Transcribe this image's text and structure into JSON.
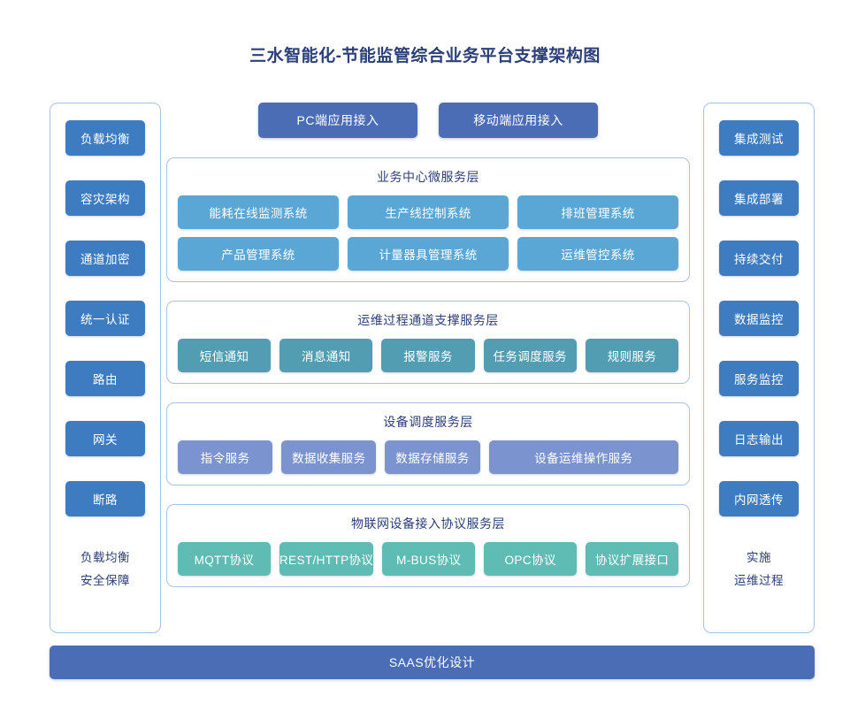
{
  "title": "三水智能化-节能监管综合业务平台支撑架构图",
  "access": {
    "buttons": [
      {
        "label": "PC端应用接入"
      },
      {
        "label": "移动端应用接入"
      }
    ]
  },
  "left_pillar": {
    "items": [
      {
        "label": "负载均衡"
      },
      {
        "label": "容灾架构"
      },
      {
        "label": "通道加密"
      },
      {
        "label": "统一认证"
      },
      {
        "label": "路由"
      },
      {
        "label": "网关"
      },
      {
        "label": "断路"
      }
    ],
    "footer_line1": "负载均衡",
    "footer_line2": "安全保障"
  },
  "right_pillar": {
    "items": [
      {
        "label": "集成测试"
      },
      {
        "label": "集成部署"
      },
      {
        "label": "持续交付"
      },
      {
        "label": "数据监控"
      },
      {
        "label": "服务监控"
      },
      {
        "label": "日志输出"
      },
      {
        "label": "内网透传"
      }
    ],
    "footer_line1": "实施",
    "footer_line2": "运维过程"
  },
  "layers": [
    {
      "title": "业务中心微服务层",
      "rows": [
        [
          {
            "label": "能耗在线监测系统"
          },
          {
            "label": "生产线控制系统"
          },
          {
            "label": "排班管理系统"
          }
        ],
        [
          {
            "label": "产品管理系统"
          },
          {
            "label": "计量器具管理系统"
          },
          {
            "label": "运维管控系统"
          }
        ]
      ]
    },
    {
      "title": "运维过程通道支撑服务层",
      "rows": [
        [
          {
            "label": "短信通知"
          },
          {
            "label": "消息通知"
          },
          {
            "label": "报警服务"
          },
          {
            "label": "任务调度服务"
          },
          {
            "label": "规则服务"
          }
        ]
      ]
    },
    {
      "title": "设备调度服务层",
      "rows": [
        [
          {
            "label": "指令服务"
          },
          {
            "label": "数据收集服务"
          },
          {
            "label": "数据存储服务"
          },
          {
            "label": "设备运维操作服务",
            "wide": true
          }
        ]
      ]
    },
    {
      "title": "物联网设备接入协议服务层",
      "rows": [
        [
          {
            "label": "MQTT协议"
          },
          {
            "label": "REST/HTTP协议"
          },
          {
            "label": "M-BUS协议"
          },
          {
            "label": "OPC协议"
          },
          {
            "label": "协议扩展接口"
          }
        ]
      ]
    }
  ],
  "footer_bar": {
    "label": "SAAS优化设计"
  },
  "colors": {
    "title_text": "#2b3f78",
    "pillar_button": "#3d7cc0",
    "access_button": "#4a6db5",
    "business_chip": "#5aa6d4",
    "ops_chip": "#539db2",
    "device_chip": "#7b93cf",
    "protocol_chip": "#5fbcb4",
    "panel_border": "#a9c2e0",
    "saas_bar": "#4a6db5"
  }
}
